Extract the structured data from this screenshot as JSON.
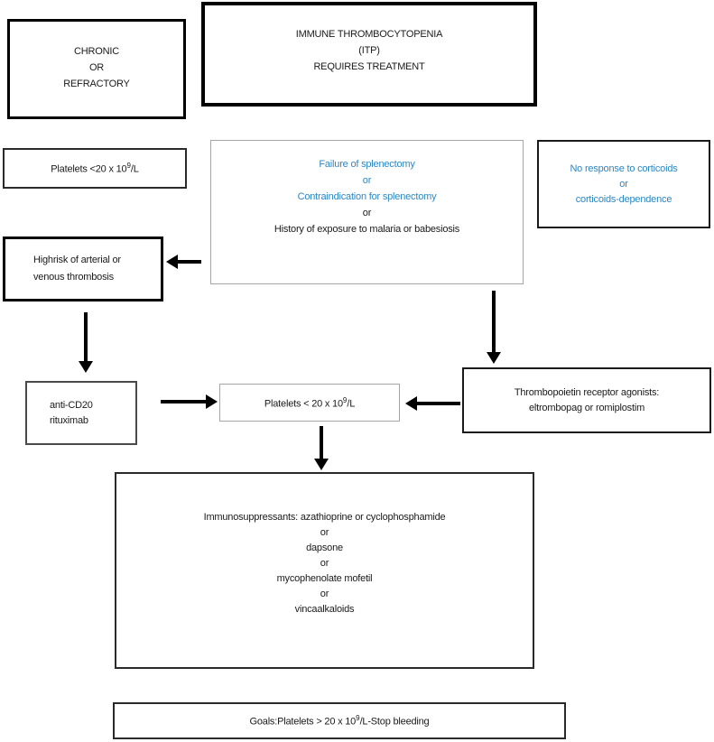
{
  "colors": {
    "blue": "#2E86C1",
    "text": "#1a1a1a"
  },
  "boxes": {
    "chronic": {
      "lines": [
        "CHRONIC",
        "OR",
        "REFRACTORY"
      ]
    },
    "title": {
      "lines": [
        "IMMUNE THROMBOCYTOPENIA",
        "(ITP)",
        "REQUIRES TREATMENT"
      ]
    },
    "platelets_left": {
      "prefix": "Platelets <20 x 10",
      "sup": "9",
      "suffix": "/L"
    },
    "criteria": {
      "lines": [
        {
          "text": "Failure of splenectomy",
          "color": "blue"
        },
        {
          "text": "or",
          "color": "blue"
        },
        {
          "text": "Contraindication for splenectomy",
          "color": "blue"
        },
        {
          "text": "or",
          "color": "black"
        },
        {
          "text": "History of exposure to malaria or babesiosis",
          "color": "black"
        }
      ]
    },
    "no_response": {
      "lines": [
        "No response to corticoids",
        "or",
        "corticoids-dependence"
      ]
    },
    "highrisk": {
      "lines": [
        "Highrisk of arterial or",
        "venous thrombosis"
      ]
    },
    "anti_cd20": {
      "lines": [
        "anti-CD20",
        "rituximab"
      ]
    },
    "platelets_center": {
      "prefix": "Platelets < 20 x 10",
      "sup": "9",
      "suffix": "/L"
    },
    "tpo": {
      "lines": [
        "Thrombopoietin receptor agonists:",
        "eltrombopag or romiplostim"
      ]
    },
    "immuno": {
      "lines": [
        "Immunosuppressants: azathioprine or cyclophosphamide",
        "or",
        "dapsone",
        "or",
        "mycophenolate mofetil",
        "or",
        "vincaalkaloids"
      ]
    },
    "goals": {
      "prefix": "Goals:Platelets > 20 x 10",
      "sup": "9",
      "suffix": "/L-Stop bleeding"
    }
  }
}
